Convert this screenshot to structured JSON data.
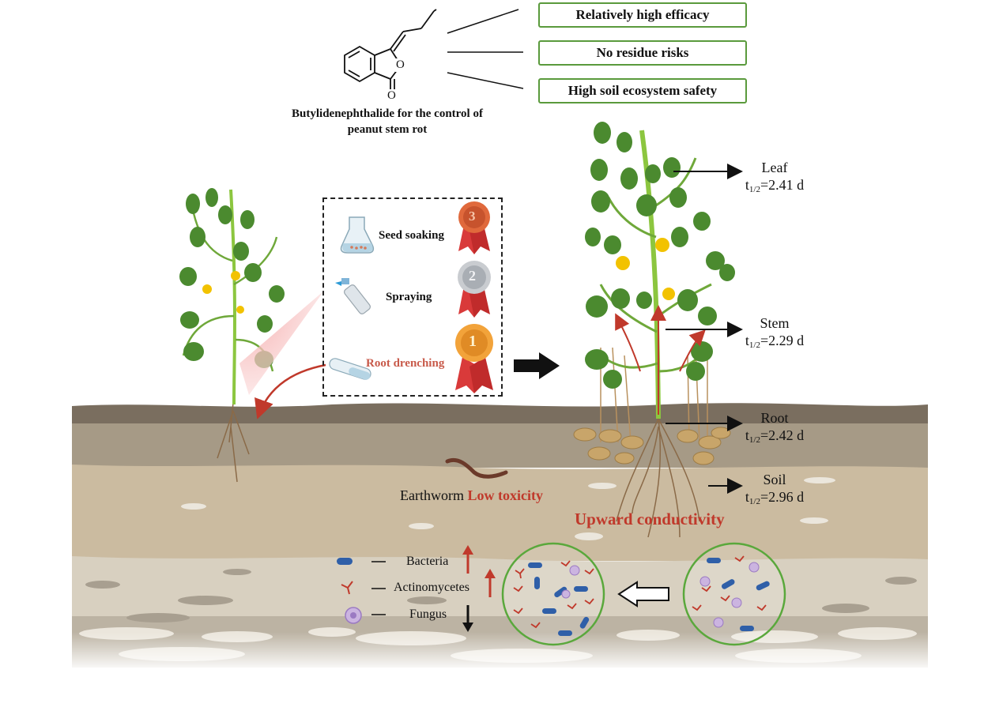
{
  "compound": {
    "atom_O_ring": "O",
    "atom_O_carbonyl": "O",
    "caption_line1": "Butylidenephthalide for the control of",
    "caption_line2": "peanut stem rot"
  },
  "properties": [
    "Relatively high efficacy",
    "No residue risks",
    "High soil ecosystem safety"
  ],
  "application_methods": [
    {
      "label": "Seed soaking",
      "rank": "3",
      "medal": "bronze"
    },
    {
      "label": "Spraying",
      "rank": "2",
      "medal": "silver"
    },
    {
      "label": "Root drenching",
      "rank": "1",
      "medal": "gold"
    }
  ],
  "half_lives": [
    {
      "tissue": "Leaf",
      "t_prefix": "t",
      "t_sub": "1/2",
      "value": "=2.41 d"
    },
    {
      "tissue": "Stem",
      "t_prefix": "t",
      "t_sub": "1/2",
      "value": "=2.29 d"
    },
    {
      "tissue": "Root",
      "t_prefix": "t",
      "t_sub": "1/2",
      "value": "=2.42 d"
    },
    {
      "tissue": "Soil",
      "t_prefix": "t",
      "t_sub": "1/2",
      "value": "=2.96 d"
    }
  ],
  "earthworm": {
    "organism": "Earthworm",
    "effect": "Low toxicity"
  },
  "conductivity": "Upward conductivity",
  "microbes": [
    {
      "label": "Bacteria",
      "trend": "up",
      "icon": "bacteria-icon"
    },
    {
      "label": "Actinomycetes",
      "trend": "up",
      "icon": "actinomycetes-icon"
    },
    {
      "label": "Fungus",
      "trend": "down",
      "icon": "fungus-icon"
    }
  ],
  "colors": {
    "box_border": "#5a9a3c",
    "highlight_red": "#c0392b",
    "soil_top": "#7a6e5f",
    "soil_mid": "#a69a86",
    "soil_low": "#cbbba0",
    "soil_deep": "#d8d0c0",
    "leaf_green": "#4b8a2f",
    "stem_green": "#8cc63f",
    "flower_yellow": "#f2c200"
  }
}
